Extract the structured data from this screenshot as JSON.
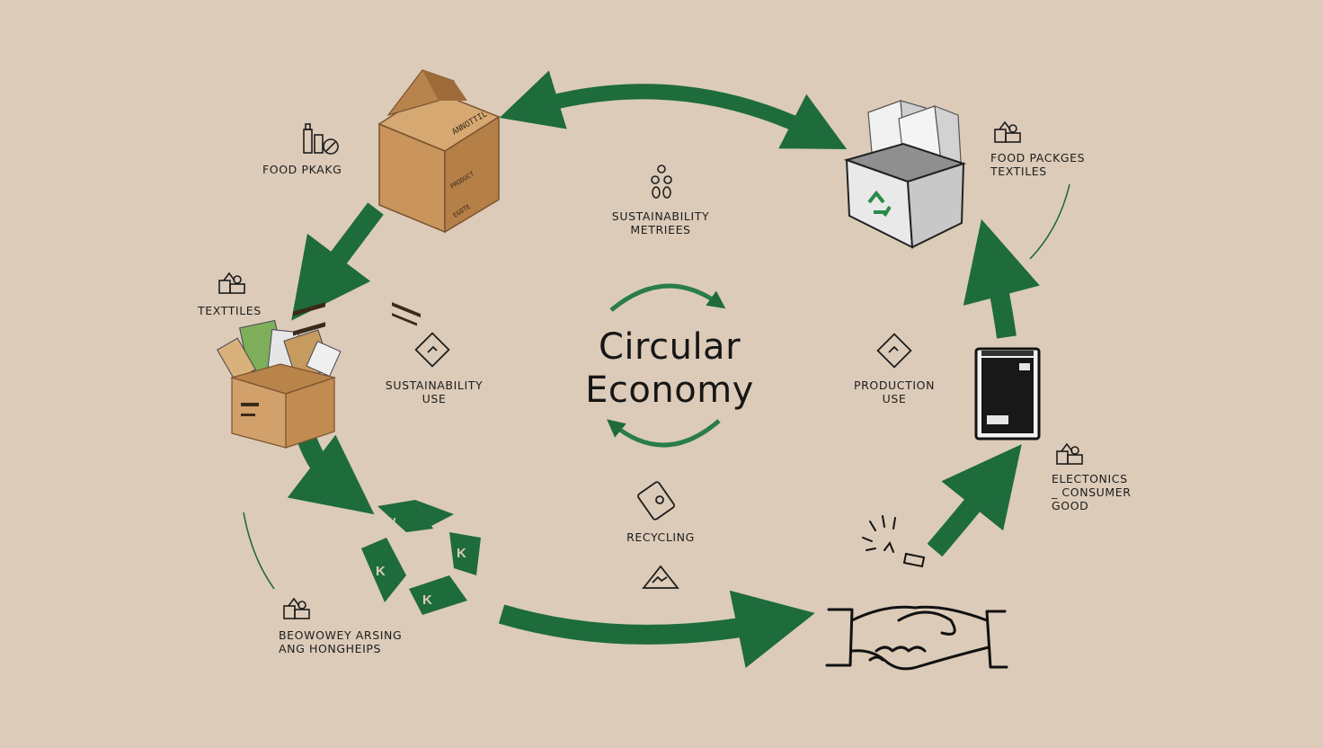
{
  "title": {
    "line1": "Circular",
    "line2": "Economy"
  },
  "labels": {
    "food_pkg_left": "FOOD PKAKG",
    "food_pkg_right_1": "FOOD PACKGES",
    "food_pkg_right_2": "TEXTILES",
    "textiles_left": "TEXTTILES",
    "sustainability_metrics_1": "SUSTAINABILITY",
    "sustainability_metrics_2": "METRIEES",
    "sustainability_use_1": "SUSTAINABILITY",
    "sustainability_use_2": "USE",
    "production_use_1": "PRODUCTION",
    "production_use_2": "USE",
    "recycling": "RECYCLING",
    "electronics_1": "ELECTONICS",
    "electronics_2": "_ CONSUMER",
    "electronics_3": "GOOD",
    "economy_1": "BEOWOWEY ARSING",
    "economy_2": "ANG HONGHEIPS"
  },
  "box_print": {
    "top_front": "ANNOTTIL",
    "top_side_1": "PRODUCT",
    "top_side_2": "EGOTE",
    "recycle_marks": [
      "W",
      "K",
      "K",
      "K"
    ]
  },
  "colors": {
    "background": "#dccbb8",
    "arrow_green": "#1e6b3c",
    "cardboard": "#c9955c",
    "cardboard_dark": "#a8733f",
    "ink": "#1d1d1d"
  }
}
